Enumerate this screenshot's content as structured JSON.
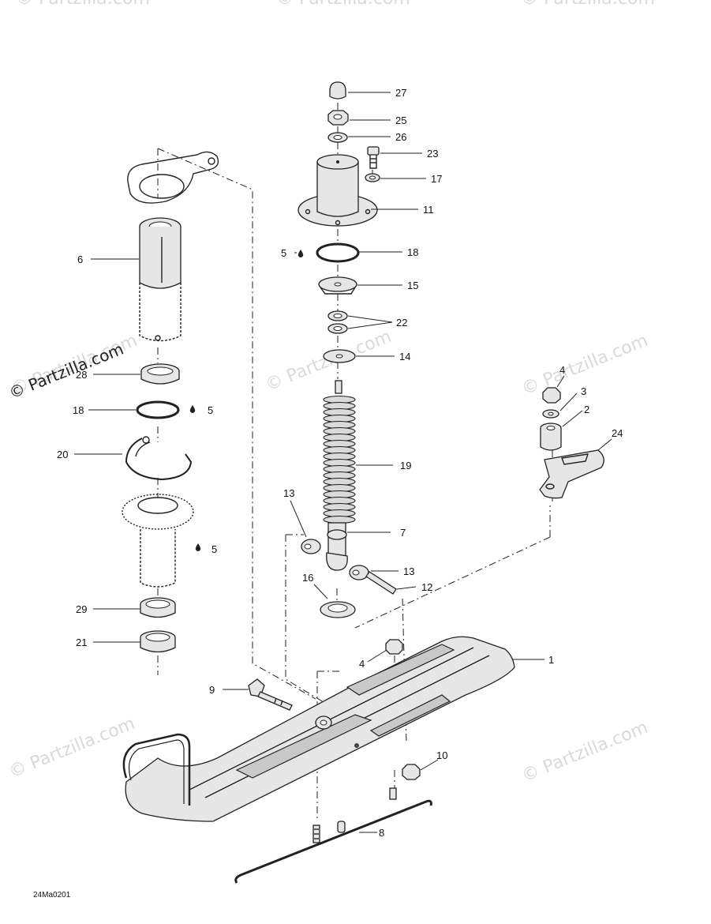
{
  "watermarks": [
    "© Partzilla.com",
    "© Partzilla.com",
    "© Partzilla.com",
    "© Partzilla.com",
    "© Partzilla.com",
    "© Partzilla.com",
    "© Partzilla.com",
    "© Partzilla.com",
    "© Partzilla.com"
  ],
  "callouts": {
    "c27": "27",
    "c25": "25",
    "c26": "26",
    "c23": "23",
    "c17": "17",
    "c11": "11",
    "c5a": "5",
    "c18a": "18",
    "c15": "15",
    "c22": "22",
    "c14": "14",
    "c6": "6",
    "c28": "28",
    "c18b": "18",
    "c5b": "5",
    "c20": "20",
    "c5c": "5",
    "c29": "29",
    "c21": "21",
    "c19": "19",
    "c13a": "13",
    "c7": "7",
    "c13b": "13",
    "c16": "16",
    "c12": "12",
    "c4a": "4",
    "c3": "3",
    "c2": "2",
    "c24": "24",
    "c1": "1",
    "c4b": "4",
    "c9": "9",
    "c10": "10",
    "c8": "8"
  },
  "diagram_code": "24Ma0201",
  "colors": {
    "line": "#222222",
    "fill": "#e6e6e6",
    "watermark": "#d9d9d9"
  }
}
